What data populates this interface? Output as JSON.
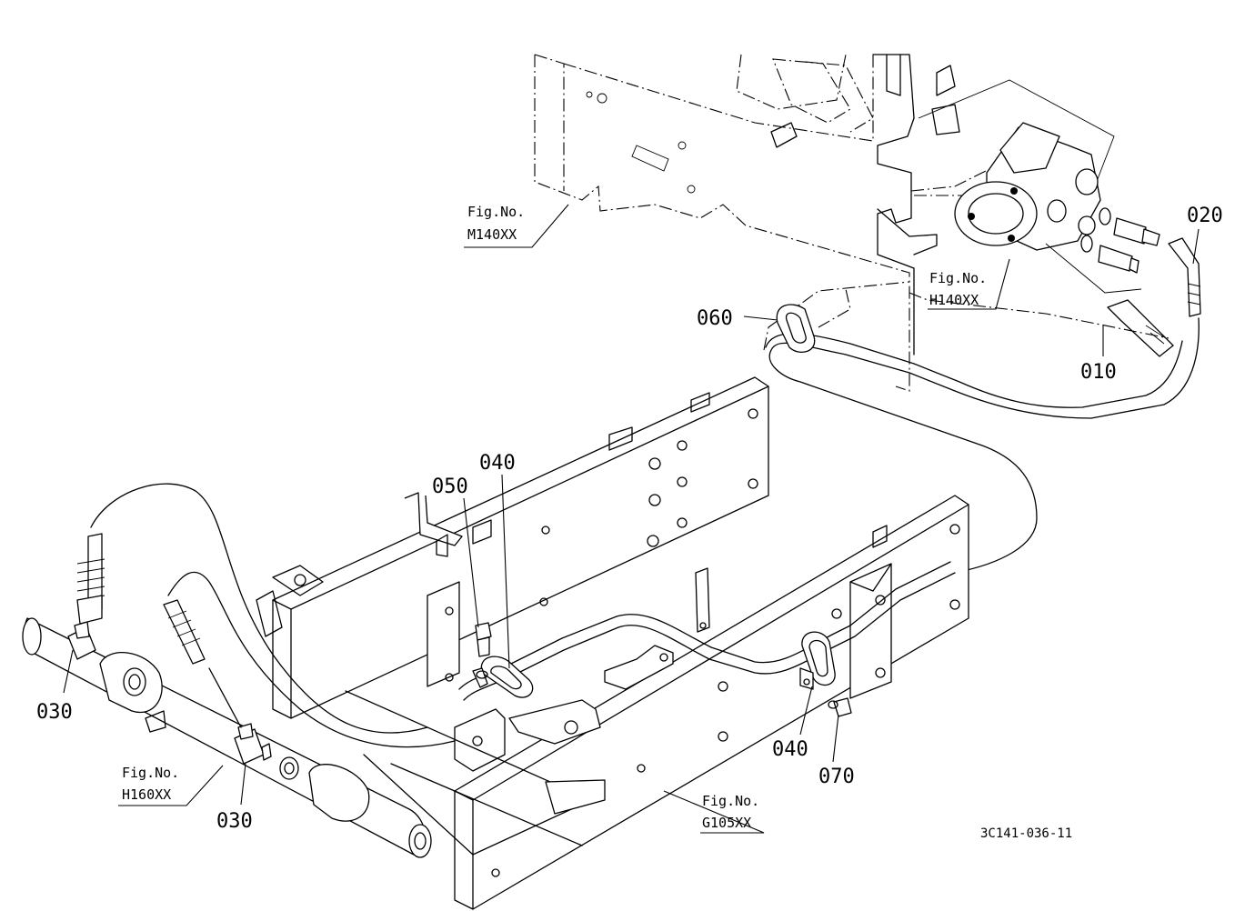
{
  "diagram_id": "3C141-036-11",
  "parts": {
    "p010": "010",
    "p020": "020",
    "p030_left": "030",
    "p030_lower": "030",
    "p040_upper": "040",
    "p040_right": "040",
    "p050": "050",
    "p060": "060",
    "p070": "070"
  },
  "figure_refs": {
    "m140": {
      "label": "Fig.No.",
      "number": "M140XX"
    },
    "h140": {
      "label": "Fig.No.",
      "number": "H140XX"
    },
    "h160": {
      "label": "Fig.No.",
      "number": "H160XX"
    },
    "g105": {
      "label": "Fig.No.",
      "number": "G105XX"
    }
  }
}
